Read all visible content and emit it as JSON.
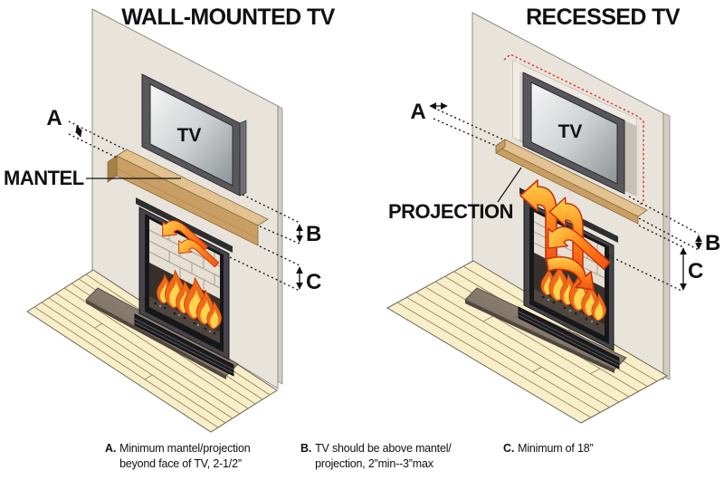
{
  "left": {
    "title": "WALL-MOUNTED TV",
    "tv": "TV",
    "mantel": "MANTEL",
    "a": "A",
    "b": "B",
    "c": "C"
  },
  "right": {
    "title": "RECESSED TV",
    "tv": "TV",
    "projection": "PROJECTION",
    "a": "A",
    "b": "B",
    "c": "C"
  },
  "footnotes": [
    {
      "key": "A.",
      "line1": "Minimum mantel/projection",
      "line2": "beyond face of TV, 2-1/2”"
    },
    {
      "key": "B.",
      "line1": "TV should be above mantel/",
      "line2": "projection, 2”min--3”max"
    },
    {
      "key": "C.",
      "line1": "Minimum of 18”"
    }
  ],
  "colors": {
    "wall": "#e8e4db",
    "wall_side": "#d2cdc4",
    "floor": "#f8eec9",
    "plank_line": "#97875a",
    "wood_front": "#c89e64",
    "wood_top": "#e2c291",
    "wood_end": "#a5814b",
    "hearth_dark": "#665b4f",
    "hearth_light": "#a79a8b",
    "fireplace_frame": "#46464a",
    "brick": "#e6dfd2",
    "flame_outer": "#ef6a1a",
    "flame_inner": "#ffd34d",
    "heat_arrow": "#ff7f17",
    "heat_arrow_outline": "#c5310f",
    "recess_red": "#e63a2e",
    "dim_line": "#1b1b1b",
    "text": "#111111"
  }
}
